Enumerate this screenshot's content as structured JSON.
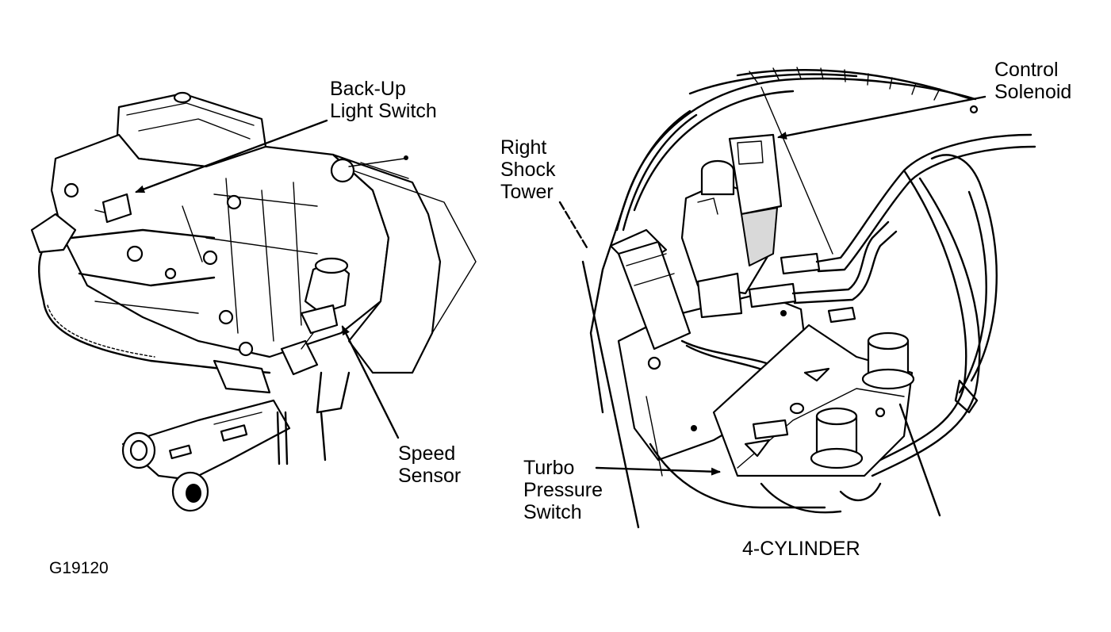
{
  "labels": {
    "backup_switch": [
      "Back-Up",
      "Light Switch"
    ],
    "speed_sensor": [
      "Speed",
      "Sensor"
    ],
    "control_solenoid": [
      "Control",
      "Solenoid"
    ],
    "right_shock_tower": [
      "Right",
      "Shock",
      "Tower"
    ],
    "turbo_pressure_switch": [
      "Turbo",
      "Pressure",
      "Switch"
    ],
    "caption_right": "4-CYLINDER",
    "figure_id": "G19120"
  }
}
